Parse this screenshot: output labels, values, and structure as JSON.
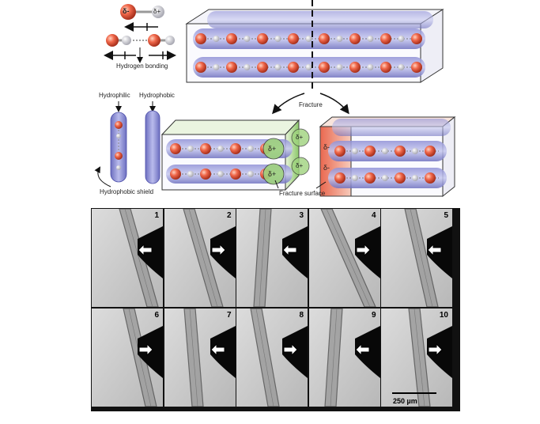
{
  "diagram": {
    "partial_negative": "δ-",
    "partial_positive": "δ+",
    "hydrogen_bonding_label": "Hydrogen bonding",
    "hydrophilic_label": "Hydrophilic",
    "hydrophobic_label": "Hydrophobic",
    "hydrophobic_shield_label": "Hydrophobic shield",
    "fracture_label": "Fracture",
    "fracture_surface_label": "Fracture surface"
  },
  "micrographs": {
    "panels": [
      {
        "number": "1",
        "arrow": "left"
      },
      {
        "number": "2",
        "arrow": "right"
      },
      {
        "number": "3",
        "arrow": "left"
      },
      {
        "number": "4",
        "arrow": "right"
      },
      {
        "number": "5",
        "arrow": "left"
      },
      {
        "number": "6",
        "arrow": "right"
      },
      {
        "number": "7",
        "arrow": "left"
      },
      {
        "number": "8",
        "arrow": "right"
      },
      {
        "number": "9",
        "arrow": "left"
      },
      {
        "number": "10",
        "arrow": "right"
      }
    ],
    "scale_bar_label": "250 µm"
  }
}
